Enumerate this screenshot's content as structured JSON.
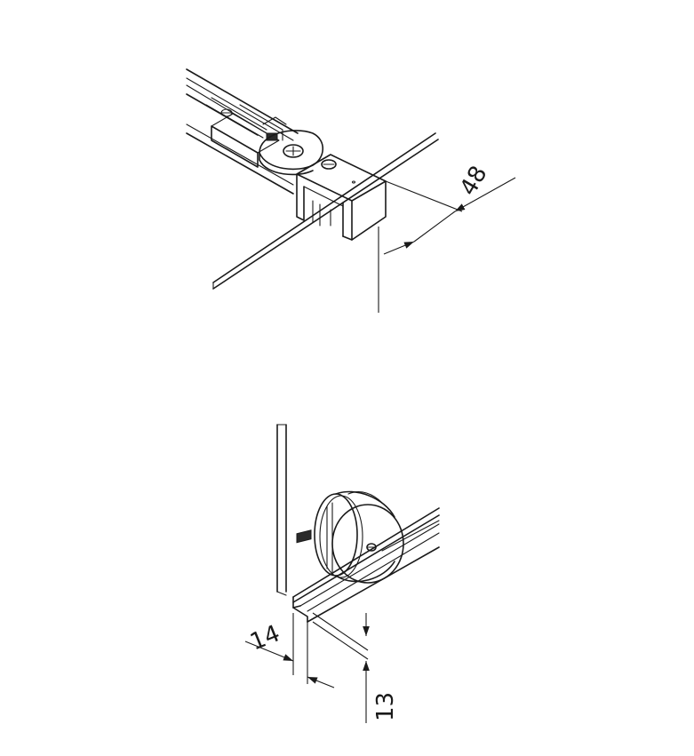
{
  "figures": [
    {
      "id": "top-clamp",
      "dimensions": [
        {
          "label": "48"
        }
      ]
    },
    {
      "id": "bottom-roller",
      "dimensions": [
        {
          "label": "14"
        },
        {
          "label": "13"
        }
      ]
    }
  ],
  "colors": {
    "line": "#1a1a1a",
    "background": "#ffffff",
    "dark_part": "#2a2a2a"
  }
}
